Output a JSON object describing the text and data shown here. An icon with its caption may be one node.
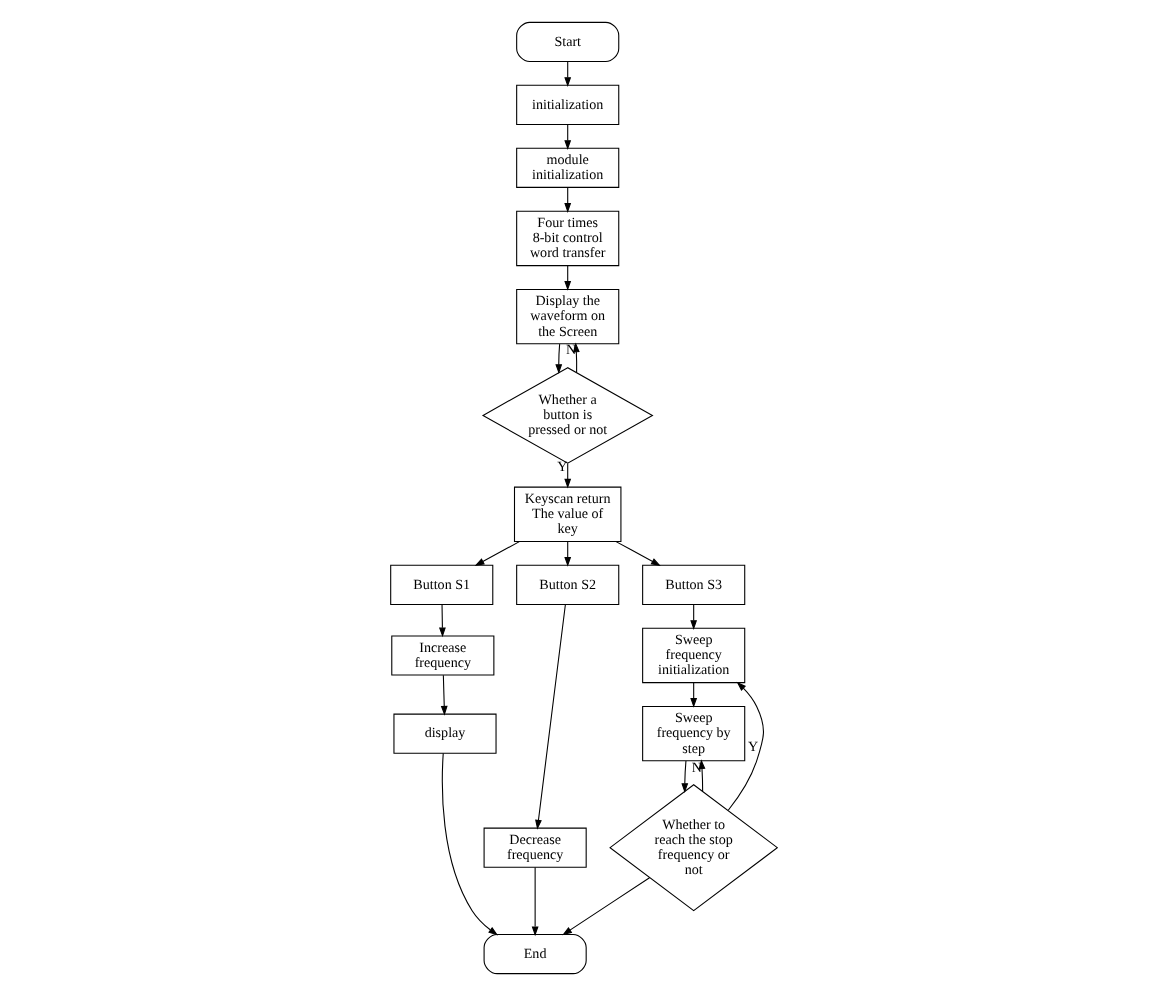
{
  "diagram": {
    "nodes": [
      {
        "text": [
          "Start"
        ]
      },
      {
        "text": [
          "initialization"
        ]
      },
      {
        "text": [
          "module initialization"
        ]
      },
      {
        "text": [
          "Four times 8-bit control word transfer"
        ]
      },
      {
        "text": [
          "Display the waveform on the Screen"
        ]
      },
      {
        "text": [
          "Whether a button is pressed or not"
        ]
      },
      {
        "text": [
          "Keyscan return The value of key"
        ]
      },
      {
        "text": [
          "Button S1"
        ]
      },
      {
        "text": [
          "Button S2"
        ]
      },
      {
        "text": [
          "Button S3"
        ]
      },
      {
        "text": [
          "Increase frequency"
        ]
      },
      {
        "text": [
          "Decrease frequency"
        ]
      },
      {
        "text": [
          "Sweep frequency initialization"
        ]
      },
      {
        "text": [
          "display"
        ]
      },
      {
        "text": [
          "Sweep frequency by step"
        ]
      },
      {
        "text": [
          "Whether to reach the stop frequency or not"
        ]
      },
      {
        "text": [
          "End"
        ]
      }
    ],
    "edges": [
      {
        "from": 0,
        "to": 1,
        "arrow": "to"
      },
      {
        "from": 1,
        "to": 2,
        "arrow": "to"
      },
      {
        "from": 2,
        "to": 3,
        "arrow": "to"
      },
      {
        "from": 3,
        "to": 4,
        "arrow": "to"
      },
      {
        "from": 4,
        "to": 5,
        "arrow": "to"
      },
      {
        "from": 5,
        "to": 4,
        "arrow": "to",
        "label": "N"
      },
      {
        "from": 5,
        "to": 6,
        "arrow": "to",
        "label": "Y"
      },
      {
        "from": 6,
        "to": 7,
        "arrow": "to"
      },
      {
        "from": 6,
        "to": 8,
        "arrow": "to"
      },
      {
        "from": 6,
        "to": 9,
        "arrow": "to"
      },
      {
        "from": 7,
        "to": 10,
        "arrow": "to"
      },
      {
        "from": 8,
        "to": 11,
        "arrow": "to"
      },
      {
        "from": 9,
        "to": 12,
        "arrow": "to"
      },
      {
        "from": 10,
        "to": 13,
        "arrow": "to"
      },
      {
        "from": 11,
        "to": 16,
        "arrow": "to"
      },
      {
        "from": 12,
        "to": 14,
        "arrow": "to"
      },
      {
        "from": 14,
        "to": 15,
        "arrow": "to"
      },
      {
        "from": 15,
        "to": 14,
        "arrow": "to",
        "label": "N"
      },
      {
        "from": 15,
        "to": 12,
        "arrow": "to",
        "label": "Y"
      },
      {
        "from": 13,
        "to": 16,
        "arrow": "to"
      },
      {
        "from": 15,
        "to": 16,
        "arrow": "to"
      }
    ]
  }
}
